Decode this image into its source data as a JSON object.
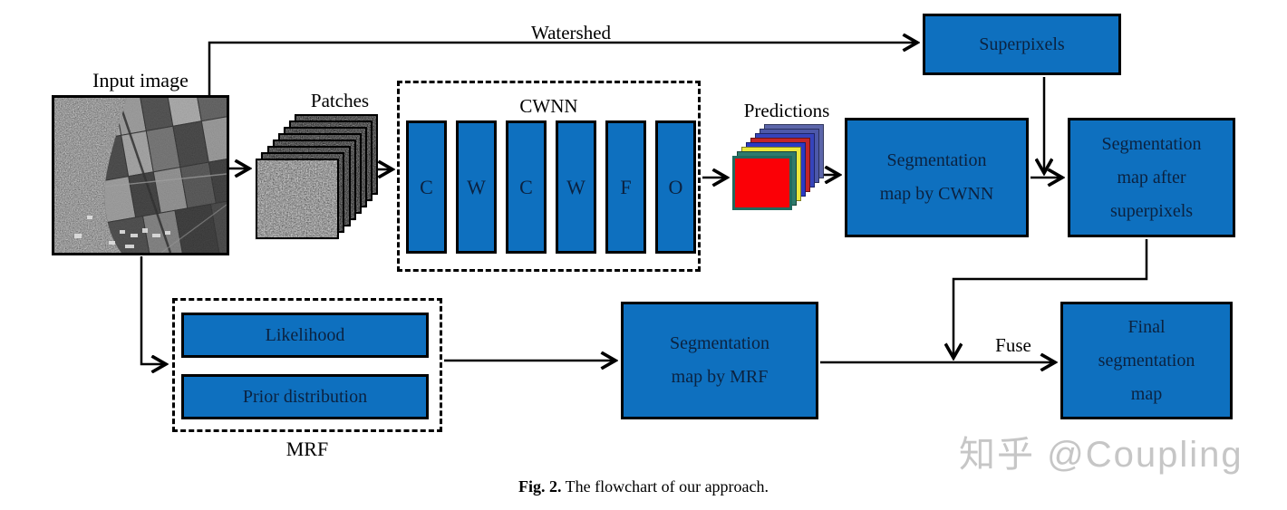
{
  "figure": {
    "caption_label": "Fig. 2.",
    "caption_text": " The flowchart of our approach."
  },
  "watermark": "知乎 @Coupling",
  "colors": {
    "box_blue": "#0e70bf",
    "box_border": "#000000",
    "box_text": "#0b2240",
    "arrow_black": "#000000",
    "prediction_front": "#fb0006",
    "prediction_front_border": "#206a5e",
    "prediction_layers": [
      "#5c66aa",
      "#4d58a9",
      "#3644bb",
      "#c22528",
      "#2b3ac4",
      "#e9e73c",
      "#2f7a6b"
    ],
    "watermark_gray": "#c6c6c6"
  },
  "nodes": {
    "input_image": {
      "label": "Input image"
    },
    "patches": {
      "label": "Patches"
    },
    "cwnn": {
      "label": "CWNN",
      "layers": [
        "C",
        "W",
        "C",
        "W",
        "F",
        "O"
      ]
    },
    "predictions": {
      "label": "Predictions"
    },
    "seg_cwnn": {
      "lines": [
        "Segmentation",
        "map by CWNN"
      ]
    },
    "superpixels": {
      "label": "Superpixels"
    },
    "seg_superpixels": {
      "lines": [
        "Segmentation",
        "map  after",
        "superpixels"
      ]
    },
    "mrf": {
      "label": "MRF",
      "likelihood": "Likelihood",
      "prior": "Prior distribution"
    },
    "seg_mrf": {
      "lines": [
        "Segmentation",
        "map by MRF"
      ]
    },
    "final": {
      "lines": [
        "Final",
        "segmentation",
        "map"
      ]
    }
  },
  "edges": {
    "watershed_label": "Watershed",
    "fuse_label": "Fuse"
  }
}
